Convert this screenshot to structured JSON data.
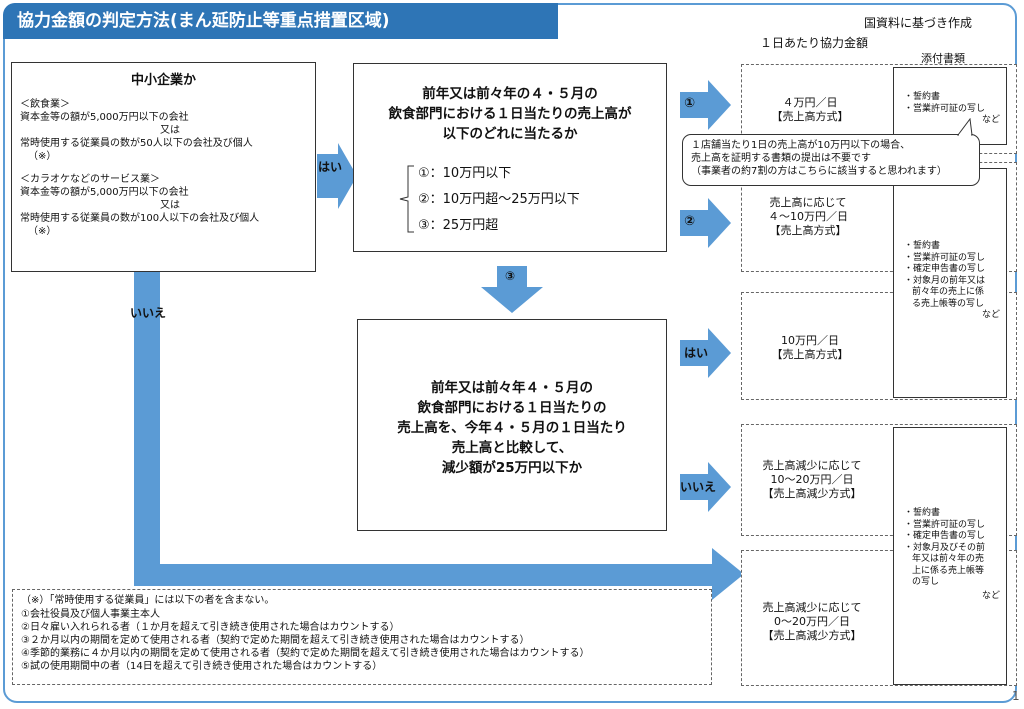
{
  "title": "協力金額の判定方法(まん延防止等重点措置区域)",
  "source_note": "国資料に基づき作成",
  "daily_amount_header": "１日あたり協力金額",
  "attachments_header": "添付書類",
  "sme_box": {
    "heading": "中小企業か",
    "lines": [
      "＜飲食業＞",
      "資本金等の額が5,000万円以下の会社",
      "又は",
      "常時使用する従業員の数が50人以下の会社及び個人",
      "（※）",
      "＜カラオケなどのサービス業＞",
      "資本金等の額が5,000万円以下の会社",
      "又は",
      "常時使用する従業員の数が100人以下の会社及び個人",
      "（※）"
    ]
  },
  "q1": {
    "lines": [
      "前年又は前々年の４・５月の",
      "飲食部門における１日当たりの売上高が",
      "以下のどれに当たるか"
    ],
    "options": [
      "①：10万円以下",
      "②：10万円超～25万円以下",
      "③：25万円超"
    ]
  },
  "q2": {
    "lines": [
      "前年又は前々年４・５月の",
      "飲食部門における１日当たりの",
      "売上高を、今年４・５月の１日当たり",
      "売上高と比較して、",
      "減少額が25万円以下か"
    ]
  },
  "labels": {
    "yes": "はい",
    "no": "いいえ",
    "circle1": "①",
    "circle2": "②",
    "circle3": "③",
    "yes2": "はい",
    "no2": "いいえ"
  },
  "results": {
    "r1": [
      "４万円／日",
      "【売上高方式】"
    ],
    "r2": [
      "売上高に応じて",
      "４～10万円／日",
      "【売上高方式】"
    ],
    "r3": [
      "10万円／日",
      "【売上高方式】"
    ],
    "r4": [
      "売上高減少に応じて",
      "10～20万円／日",
      "【売上高減少方式】"
    ],
    "r5": [
      "売上高減少に応じて",
      "0～20万円／日",
      "【売上高減少方式】"
    ]
  },
  "attachments": {
    "a1": [
      "・誓約書",
      "・営業許可証の写し",
      "など"
    ],
    "a2": [
      "・誓約書",
      "・営業許可証の写し",
      "・確定申告書の写し",
      "・対象月の前年又は",
      "前々年の売上に係",
      "る売上帳等の写し",
      "など"
    ],
    "a3": [
      "・誓約書",
      "・営業許可証の写し",
      "・確定申告書の写し",
      "・対象月及びその前",
      "年又は前々年の売",
      "上に係る売上帳等",
      "の写し",
      "など"
    ]
  },
  "callout": [
    "１店舗当たり1日の売上高が10万円以下の場合、",
    "売上高を証明する書類の提出は不要です",
    "（事業者の約7割の方はこちらに該当すると思われます）"
  ],
  "footnote": {
    "heading": "（※）「常時使用する従業員」には以下の者を含まない。",
    "items": [
      "①会社役員及び個人事業主本人",
      "②日々雇い入れられる者（１か月を超えて引き続き使用された場合はカウントする）",
      "③２か月以内の期間を定めて使用される者（契約で定めた期間を超えて引き続き使用された場合はカウントする）",
      "④季節的業務に４か月以内の期間を定めて使用される者（契約で定めた期間を超えて引き続き使用された場合はカウントする）",
      "⑤試の使用期間中の者（14日を超えて引き続き使用された場合はカウントする）"
    ]
  },
  "page_number": "1",
  "colors": {
    "accent": "#2e75b6",
    "arrow": "#5b9bd5",
    "frame": "#5b9bd5"
  }
}
